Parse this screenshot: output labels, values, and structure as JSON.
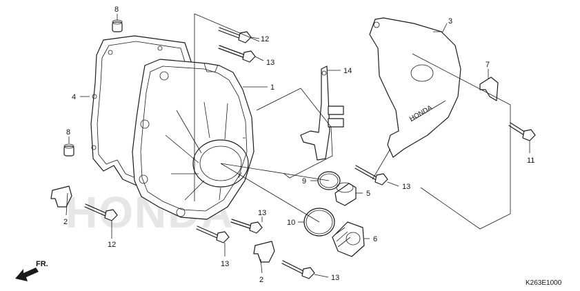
{
  "diagram": {
    "watermark": "HONDA",
    "code": "K263E1000",
    "front_label": "FR.",
    "callouts": {
      "c1": "1",
      "c2a": "2",
      "c2b": "2",
      "c3": "3",
      "c4": "4",
      "c5": "5",
      "c6": "6",
      "c7": "7",
      "c8a": "8",
      "c8b": "8",
      "c9": "9",
      "c10": "10",
      "c11": "11",
      "c12a": "12",
      "c12b": "12",
      "c13a": "13",
      "c13b": "13",
      "c13c": "13",
      "c13d": "13",
      "c13e": "13",
      "c14": "14"
    }
  }
}
